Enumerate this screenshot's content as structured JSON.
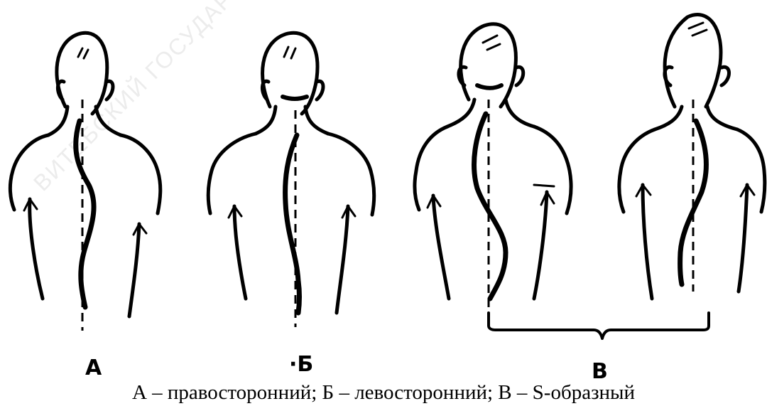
{
  "labels": {
    "a": "А",
    "b": "·Б",
    "v": "В"
  },
  "caption": "А – правосторонний; Б – левосторонний; В – S-образный",
  "watermark": "ВИТЕБСКИЙ ГОСУДАРСТВЕННЫЙ"
}
